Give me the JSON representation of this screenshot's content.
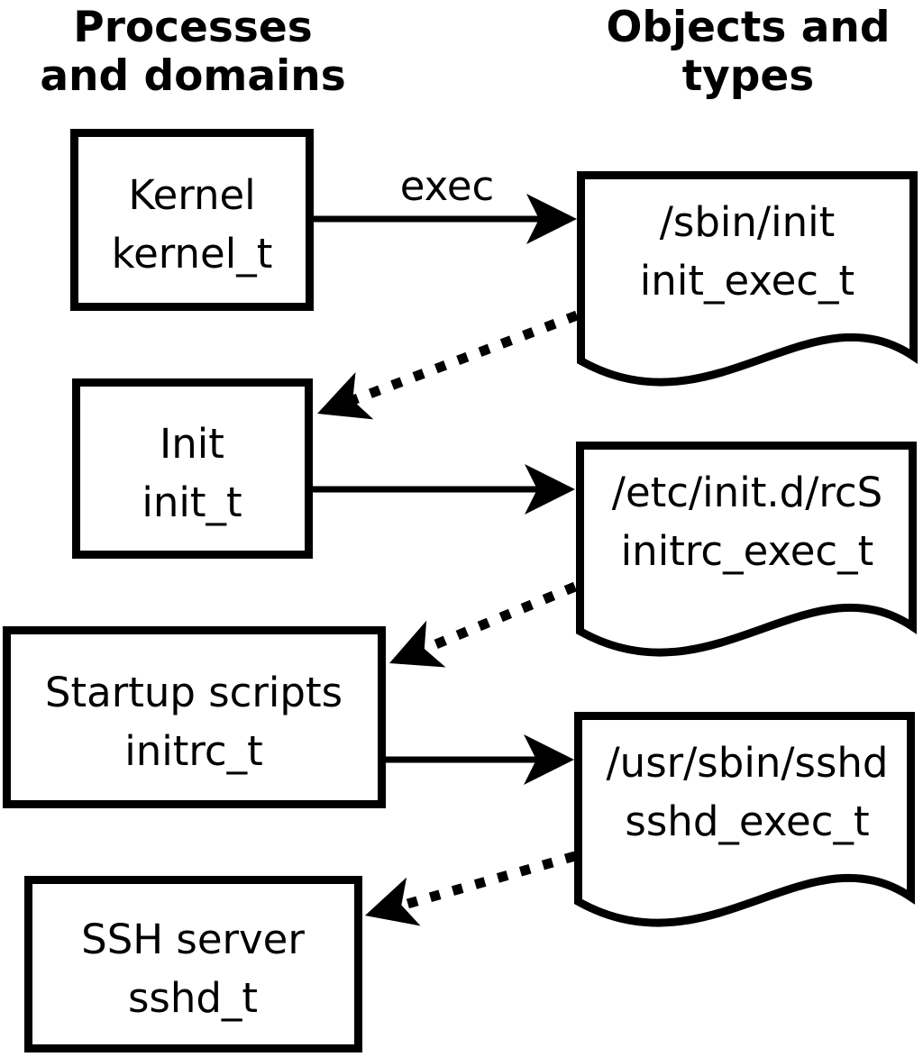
{
  "headers": {
    "processes": {
      "line1": "Processes",
      "line2": "and domains"
    },
    "objects": {
      "line1": "Objects and",
      "line2": "types"
    }
  },
  "nodes": {
    "processes": [
      {
        "label": "Kernel",
        "type": "kernel_t"
      },
      {
        "label": "Init",
        "type": "init_t"
      },
      {
        "label": "Startup scripts",
        "type": "initrc_t"
      },
      {
        "label": "SSH server",
        "type": "sshd_t"
      }
    ],
    "objects": [
      {
        "label": "/sbin/init",
        "type": "init_exec_t"
      },
      {
        "label": "/etc/init.d/rcS",
        "type": "initrc_exec_t"
      },
      {
        "label": "/usr/sbin/sshd",
        "type": "sshd_exec_t"
      }
    ]
  },
  "edges": [
    {
      "from": "kernel_t",
      "to": "init_exec_t",
      "label": "exec",
      "style": "solid"
    },
    {
      "from": "init_exec_t",
      "to": "init_t",
      "label": "",
      "style": "dotted"
    },
    {
      "from": "init_t",
      "to": "initrc_exec_t",
      "label": "",
      "style": "solid"
    },
    {
      "from": "initrc_exec_t",
      "to": "initrc_t",
      "label": "",
      "style": "dotted"
    },
    {
      "from": "initrc_t",
      "to": "sshd_exec_t",
      "label": "",
      "style": "solid"
    },
    {
      "from": "sshd_exec_t",
      "to": "sshd_t",
      "label": "",
      "style": "dotted"
    }
  ],
  "colors": {
    "ink": "#000000",
    "paper": "#ffffff"
  }
}
